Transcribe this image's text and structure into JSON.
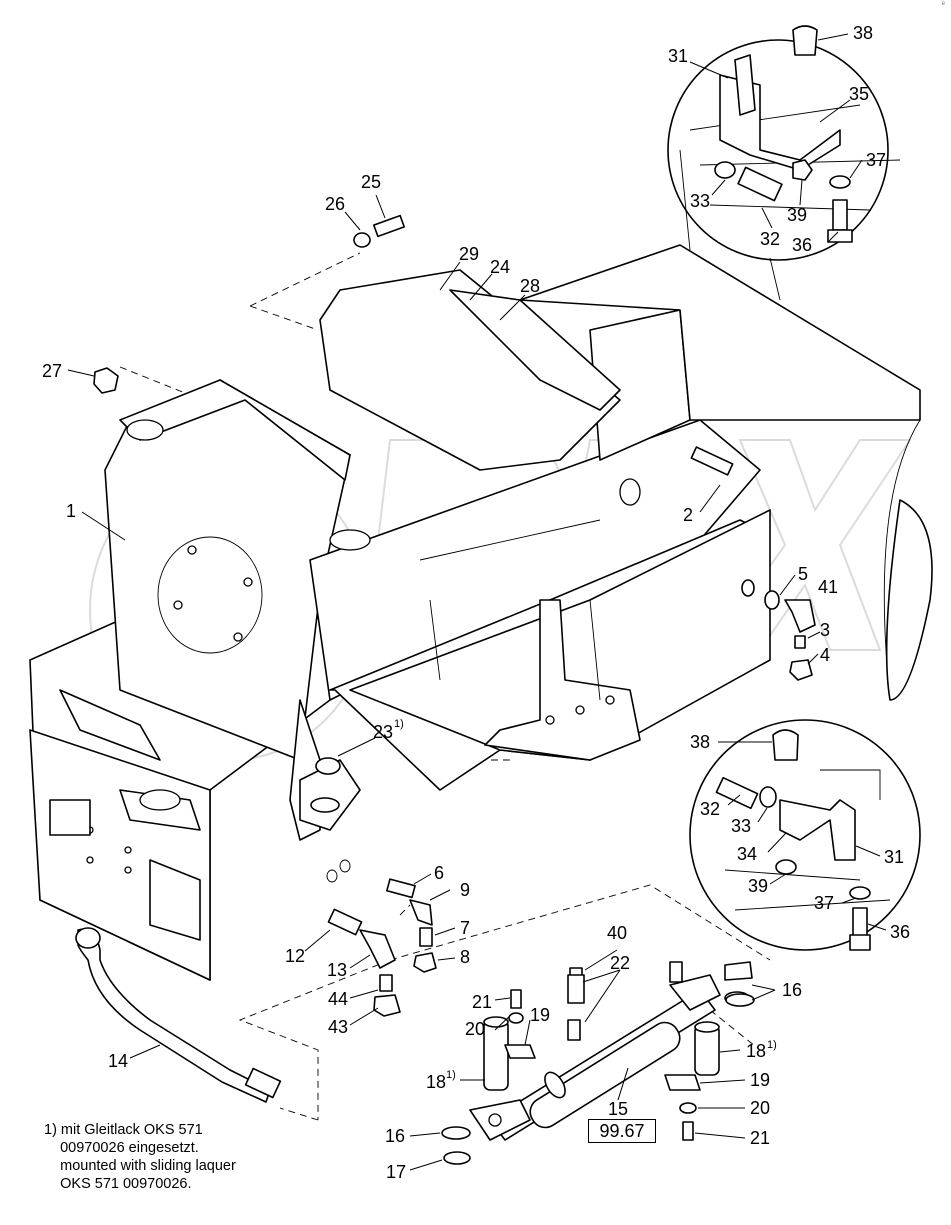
{
  "callouts": [
    "1",
    "2",
    "3",
    "4",
    "5",
    "6",
    "7",
    "8",
    "9",
    "12",
    "13",
    "14",
    "15",
    "16",
    "17",
    "18",
    "19",
    "20",
    "21",
    "22",
    "23",
    "24",
    "25",
    "26",
    "27",
    "28",
    "29",
    "31",
    "32",
    "33",
    "34",
    "35",
    "36",
    "37",
    "38",
    "39",
    "40",
    "41",
    "43",
    "44"
  ],
  "footnote": {
    "marker": "1)",
    "lines": [
      "1) mit Gleitlack OKS 571",
      "    00970026 eingesetzt.",
      "    mounted with sliding laquer",
      "    OKS 571 00970026."
    ]
  },
  "reference_box": "99.67",
  "corner_mark": "e",
  "watermark_text": "OREX"
}
